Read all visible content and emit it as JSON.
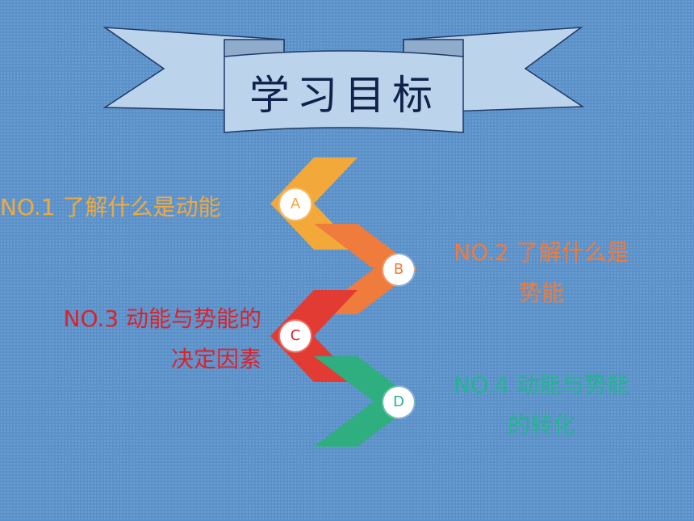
{
  "title": "学习目标",
  "goals": [
    {
      "marker": "A",
      "lines": [
        "NO.1 了解什么是动能"
      ]
    },
    {
      "marker": "B",
      "lines": [
        "NO.2 了解什么是",
        "势能"
      ]
    },
    {
      "marker": "C",
      "lines": [
        "NO.3 动能与势能的",
        "决定因素"
      ]
    },
    {
      "marker": "D",
      "lines": [
        "NO.4 动能与势能",
        "的转化"
      ]
    }
  ],
  "colors": {
    "background": "#5b91c9",
    "banner": "#bcd3ec",
    "title": "#10224a",
    "goal_1": "#f2a93a",
    "goal_2": "#ef7b3c",
    "goal_3": "#d9232b",
    "goal_4": "#23b590"
  }
}
